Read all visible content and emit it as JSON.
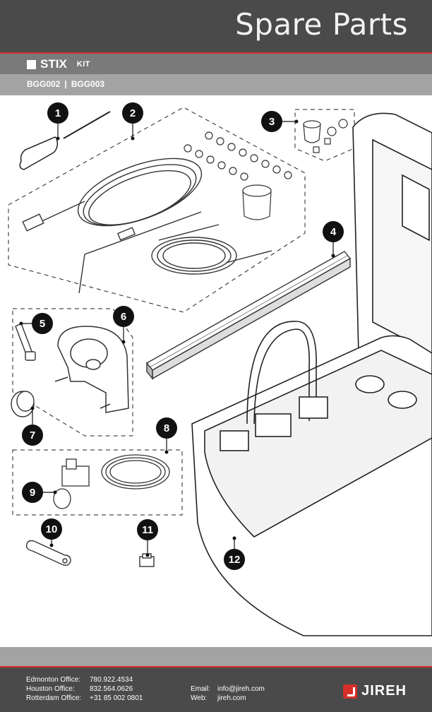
{
  "header": {
    "title": "Spare Parts"
  },
  "product": {
    "name": "STIX",
    "kit": "KIT"
  },
  "codes": [
    "BGG002",
    "BGG003"
  ],
  "parts": [
    "1",
    "2",
    "3",
    "4",
    "5",
    "6",
    "7",
    "8",
    "9",
    "10",
    "11",
    "12"
  ],
  "offices": [
    {
      "label": "Edmonton Office:",
      "phone": "780.922.4534"
    },
    {
      "label": "Houston Office:",
      "phone": "832.564.0626"
    },
    {
      "label": "Rotterdam Office:",
      "phone": "+31 85 002 0801"
    }
  ],
  "contact": {
    "email_label": "Email:",
    "email": "info@jireh.com",
    "web_label": "Web:",
    "web": "jireh.com"
  },
  "logo": {
    "text": "JIREH",
    "accent": "#d62f2a"
  },
  "colors": {
    "header": "#4a4a4a",
    "bar": "#7a7a7a",
    "bar_light": "#a3a3a3",
    "accent": "#d62f2a"
  }
}
